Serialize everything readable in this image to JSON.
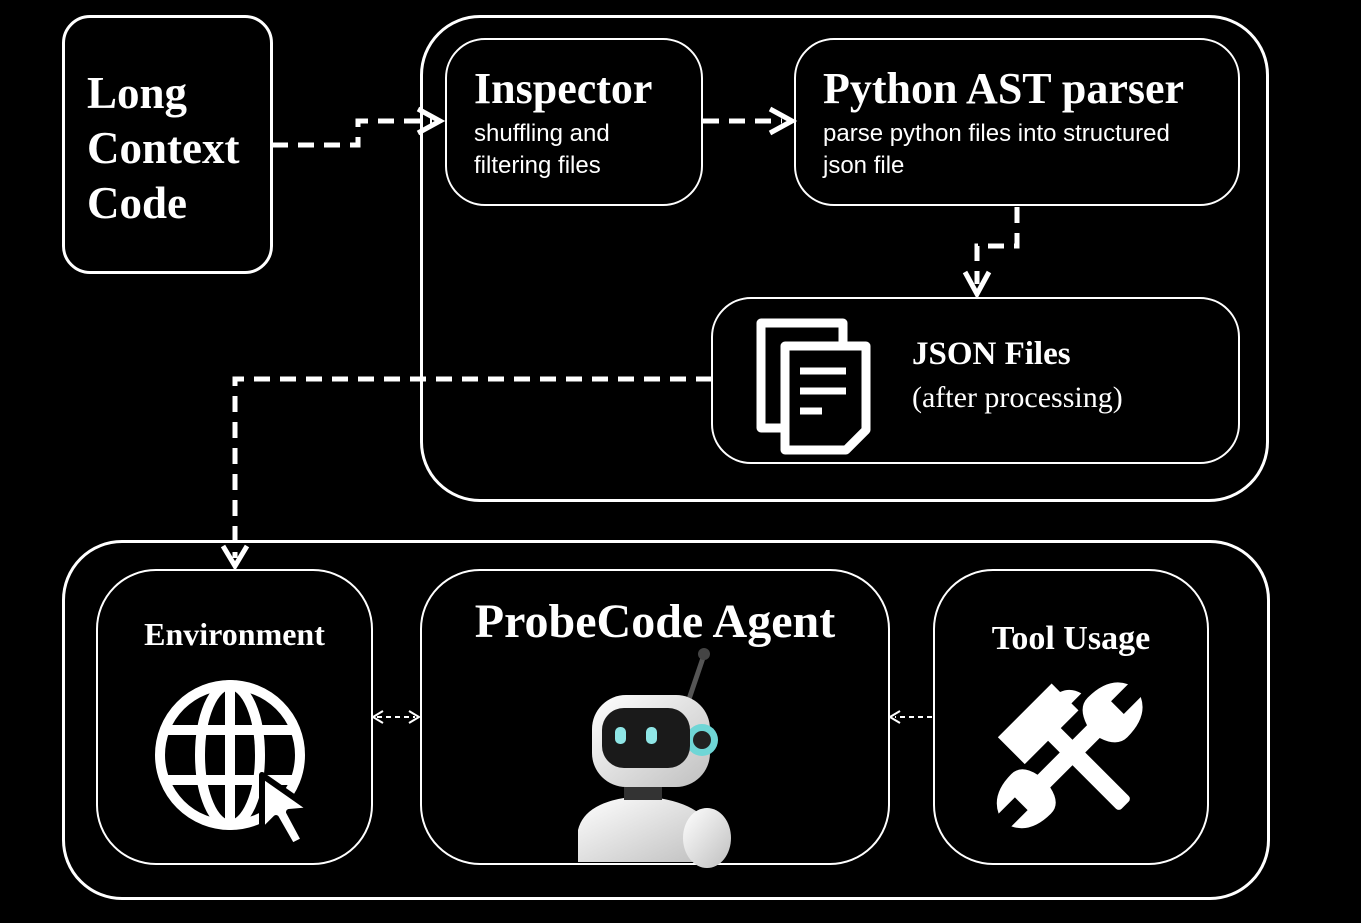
{
  "input": {
    "title_lines": [
      "Long",
      "Context",
      "Code"
    ]
  },
  "inspector": {
    "title": "Inspector",
    "desc_lines": [
      "shuffling and",
      "filtering files"
    ]
  },
  "parser": {
    "title": "Python AST parser",
    "desc_lines": [
      "parse python files into structured",
      "json file"
    ]
  },
  "json_files": {
    "title": "JSON Files",
    "subtitle": "(after processing)"
  },
  "environment": {
    "title": "Environment",
    "icon": "globe-cursor-icon"
  },
  "agent": {
    "title": "ProbeCode Agent",
    "icon": "robot-icon"
  },
  "tools": {
    "title": "Tool Usage",
    "icon": "hammer-wrench-icon"
  },
  "colors": {
    "background": "#000000",
    "foreground": "#ffffff"
  }
}
